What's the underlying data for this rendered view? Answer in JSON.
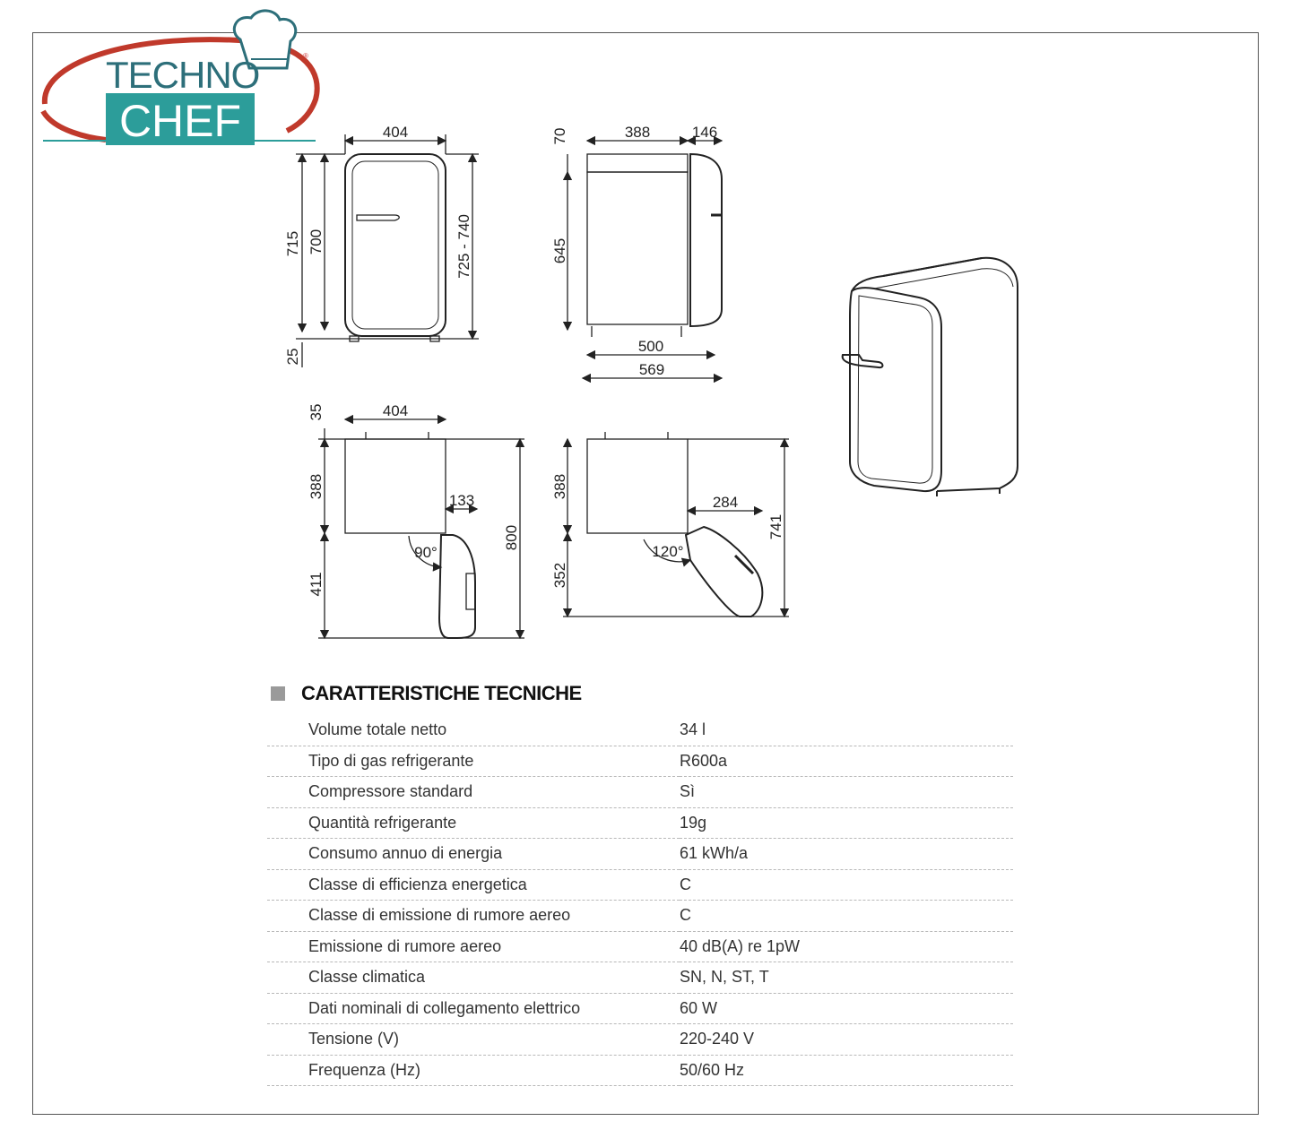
{
  "brand": {
    "line1": "TECHNO",
    "line2": "CHEF",
    "reg": "®",
    "colors": {
      "teal": "#2c9d9a",
      "dark_teal": "#2d6f7a",
      "red": "#c0392b"
    }
  },
  "dimensions": {
    "front": {
      "width": "404",
      "h_total": "715",
      "h_body": "700",
      "h_range": "725 - 740",
      "feet": "25"
    },
    "side": {
      "top": "70",
      "depth_body": "388",
      "depth_door": "146",
      "h_body": "645",
      "depth_base": "500",
      "depth_total": "569"
    },
    "top_90": {
      "gap": "35",
      "width": "404",
      "depth": "388",
      "door_swing": "411",
      "door_offset": "133",
      "total": "800",
      "angle": "90°"
    },
    "top_120": {
      "depth": "388",
      "door_swing": "352",
      "door_offset": "284",
      "total": "741",
      "angle": "120°"
    }
  },
  "specs_title": "CARATTERISTICHE TECNICHE",
  "specs": [
    {
      "label": "Volume totale netto",
      "value": "34 l"
    },
    {
      "label": "Tipo di gas refrigerante",
      "value": "R600a"
    },
    {
      "label": "Compressore standard",
      "value": "Sì"
    },
    {
      "label": "Quantità refrigerante",
      "value": "19g"
    },
    {
      "label": "Consumo annuo di energia",
      "value": "61 kWh/a"
    },
    {
      "label": "Classe di efficienza energetica",
      "value": "C"
    },
    {
      "label": "Classe di emissione di rumore aereo",
      "value": "C"
    },
    {
      "label": "Emissione di rumore aereo",
      "value": "40 dB(A) re 1pW"
    },
    {
      "label": "Classe climatica",
      "value": "SN, N, ST, T"
    },
    {
      "label": "Dati nominali di collegamento elettrico",
      "value": "60 W"
    },
    {
      "label": "Tensione (V)",
      "value": "220-240 V"
    },
    {
      "label": "Frequenza (Hz)",
      "value": "50/60 Hz"
    }
  ]
}
